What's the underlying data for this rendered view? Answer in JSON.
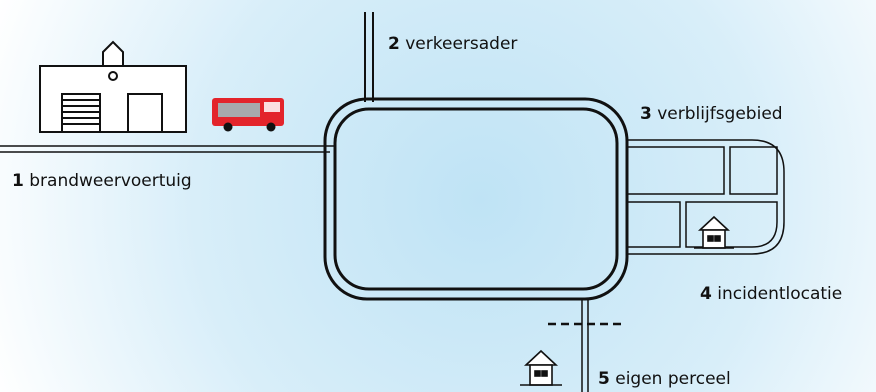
{
  "labels": [
    {
      "number": "1",
      "text": "brandweervoertuig"
    },
    {
      "number": "2",
      "text": "verkeersader"
    },
    {
      "number": "3",
      "text": "verblijfsgebied"
    },
    {
      "number": "4",
      "text": "incidentlocatie"
    },
    {
      "number": "5",
      "text": "eigen perceel"
    }
  ],
  "colors": {
    "background_center": "#bfe3f5",
    "background_edge": "#ffffff",
    "road": "#111111",
    "fire_truck": "#e3242b",
    "truck_window": "#a7a9ac"
  },
  "icons": [
    "fire-station-icon",
    "fire-truck-icon",
    "house-icon"
  ]
}
